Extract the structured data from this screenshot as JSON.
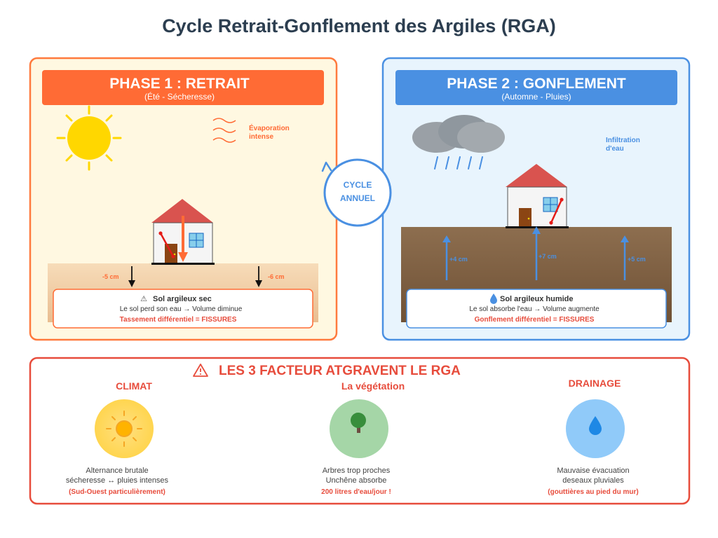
{
  "title": "Cycle Retrait-Gonflement des Argiles (RGA)",
  "phase1": {
    "title": "PHASE 1 : RETRAIT",
    "subtitle": "(Été - Sécheresse)",
    "evaporation_line1": "Évaporation",
    "evaporation_line2": "intense",
    "measure_left": "-5 cm",
    "measure_right": "-6 cm",
    "box_icon": "⚠",
    "box_title": "Sol argileux sec",
    "box_desc": "Le sol perd son eau → Volume diminue",
    "box_alert": "Tassement différentiel = FISSURES"
  },
  "phase2": {
    "title": "PHASE 2 : GONFLEMENT",
    "subtitle": "(Automne - Pluies)",
    "infiltration_line1": "Infiltration",
    "infiltration_line2": "d'eau",
    "measure_left": "+4 cm",
    "measure_mid": "+7 cm",
    "measure_right": "+5 cm",
    "box_title": "Sol argileux humide",
    "box_desc": "Le sol absorbe l'eau → Volume augmente",
    "box_alert": "Gonflement différentiel = FISSURES"
  },
  "cycle": {
    "line1": "CYCLE",
    "line2": "ANNUEL"
  },
  "factors": {
    "icon": "⚠",
    "title": "LES 3 FACTEUR ATGRAVENT LE RGA",
    "items": [
      {
        "name": "CLIMAT",
        "icon": "sun-icon",
        "line1": "Alternance brutale",
        "line2": "sécheresse ↔ pluies intenses",
        "note": "(Sud-Ouest particulièrement)"
      },
      {
        "name": "La végétation",
        "icon": "tree-icon",
        "line1": "Arbres trop proches",
        "line2": "Unchêne absorbe",
        "note": "200 litres d'eau/jour !"
      },
      {
        "name": "DRAINAGE",
        "icon": "water-drop-icon",
        "line1": "Mauvaise évacuation",
        "line2": "deseaux pluviales",
        "note": "(gouttières au pied du mur)"
      }
    ]
  },
  "colors": {
    "title": "#2c3e50",
    "orange": "#ff6b35",
    "orange_bg": "#fff8e1",
    "blue": "#4a90e2",
    "blue_bg": "#e8f4fd",
    "red": "#e74c3c",
    "dry_soil": "#f5d0a9",
    "wet_soil": "#8b6b4a"
  }
}
